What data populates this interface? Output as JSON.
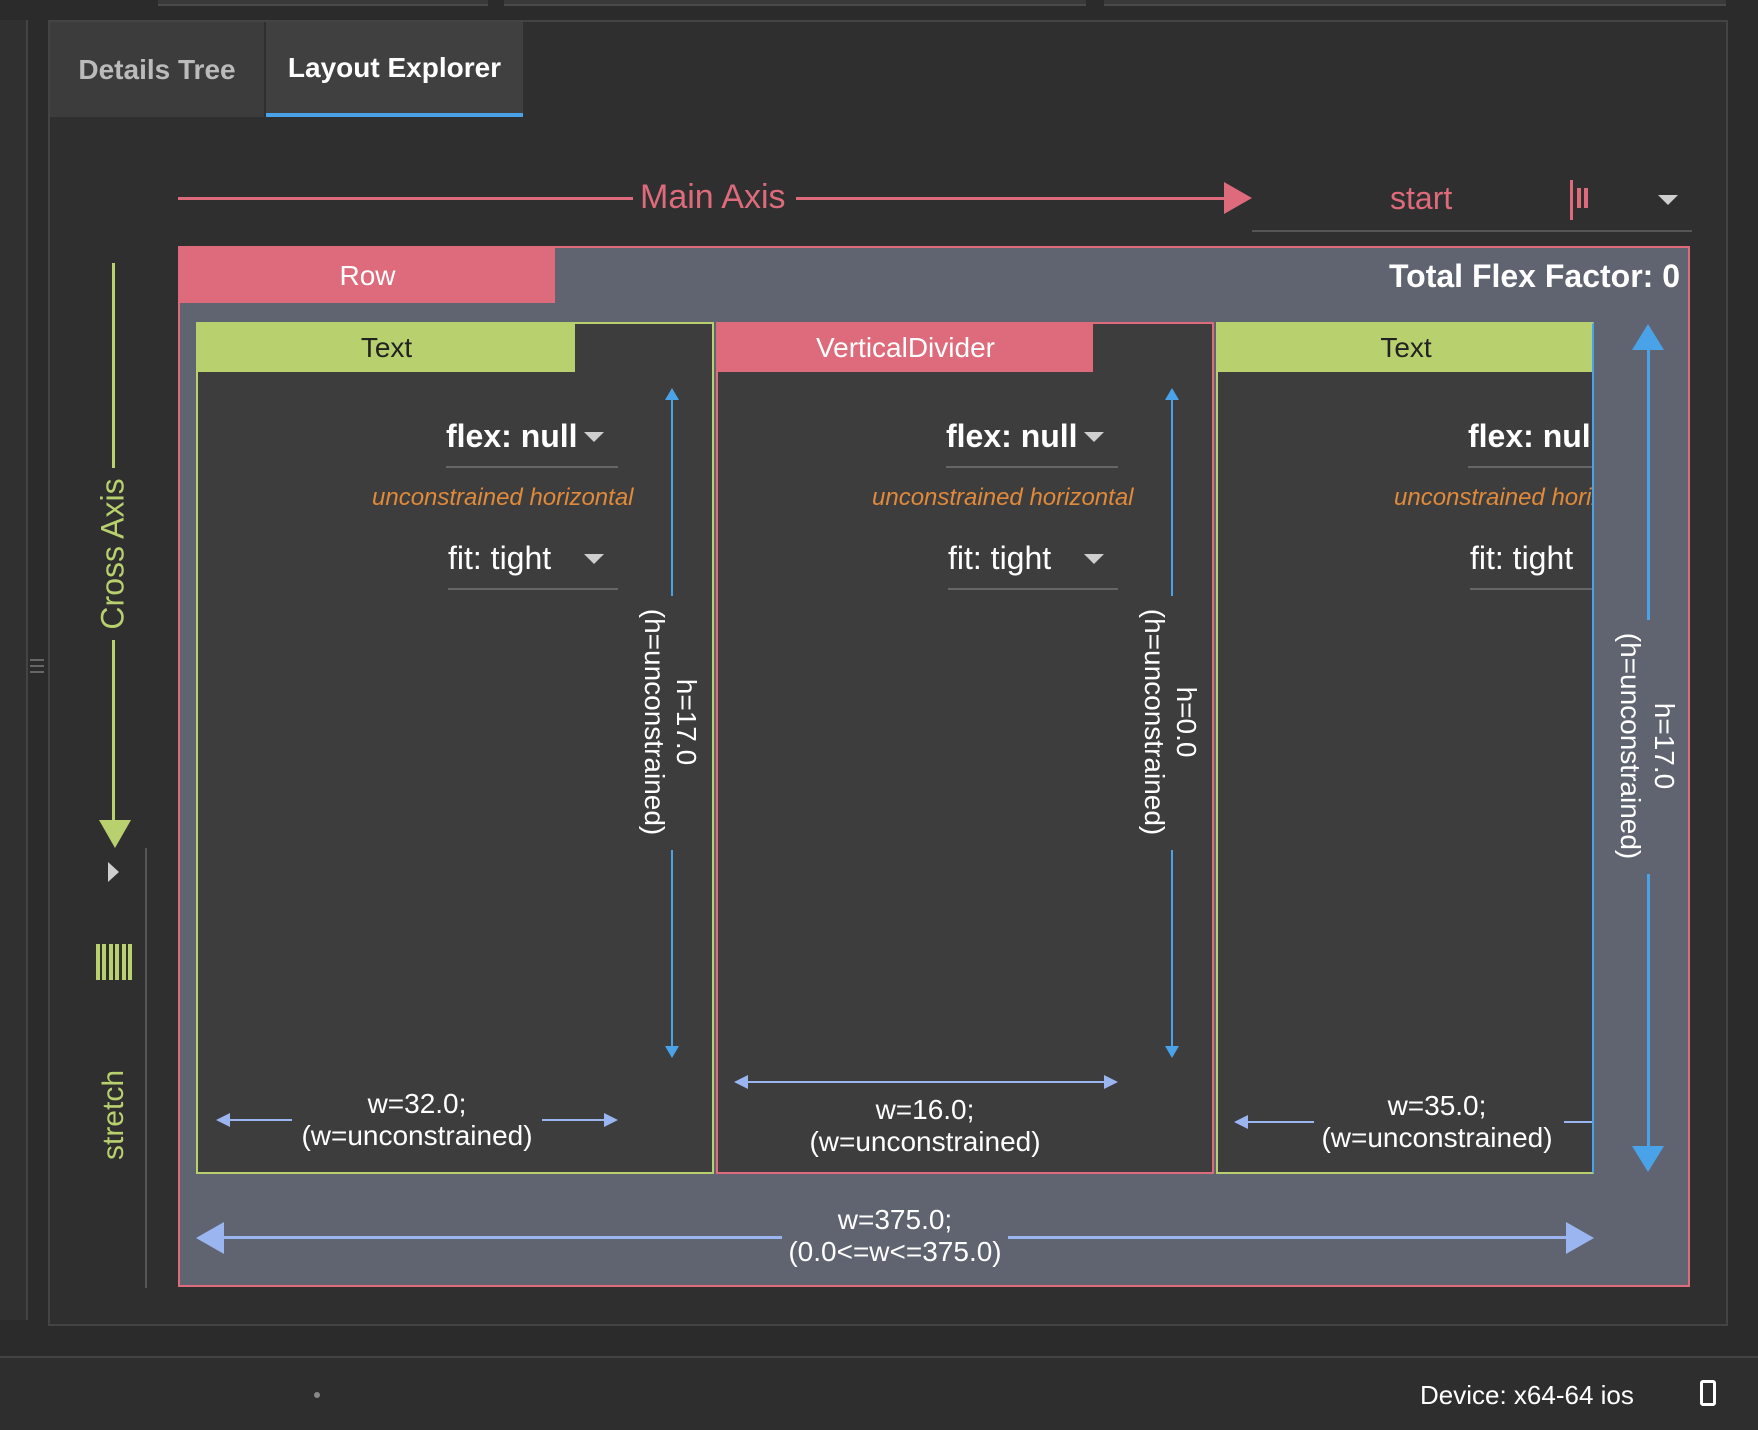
{
  "tabs": [
    {
      "label": "Details Tree",
      "active": false
    },
    {
      "label": "Layout Explorer",
      "active": true
    }
  ],
  "main_axis": {
    "label": "Main Axis",
    "alignment": "start"
  },
  "cross_axis": {
    "label": "Cross Axis",
    "alignment": "stretch"
  },
  "row": {
    "label": "Row",
    "total_flex": "Total Flex Factor: 0",
    "width": "w=375.0;",
    "width_constraint": "(0.0<=w<=375.0)",
    "height": "h=17.0",
    "height_constraint": "(h=unconstrained)"
  },
  "children": [
    {
      "label": "Text",
      "flex": "flex: null",
      "constraint_note": "unconstrained horizontal",
      "fit": "fit: tight",
      "height": "h=17.0",
      "height_constraint": "(h=unconstrained)",
      "width": "w=32.0;",
      "width_constraint": "(w=unconstrained)"
    },
    {
      "label": "VerticalDivider",
      "flex": "flex: null",
      "constraint_note": "unconstrained horizontal",
      "fit": "fit: tight",
      "height": "h=0.0",
      "height_constraint": "(h=unconstrained)",
      "width": "w=16.0;",
      "width_constraint": "(w=unconstrained)"
    },
    {
      "label": "Text",
      "flex": "flex: null",
      "constraint_note": "unconstrained horizo",
      "fit": "fit: tight",
      "width": "w=35.0;",
      "width_constraint": "(w=unconstrained)"
    }
  ],
  "status_bar": {
    "device": "Device: x64-64 ios"
  },
  "colors": {
    "accent_red": "#dd6b7b",
    "accent_green": "#b8d06e",
    "accent_blue": "#4aa3e8",
    "note_orange": "#e08a3a"
  }
}
